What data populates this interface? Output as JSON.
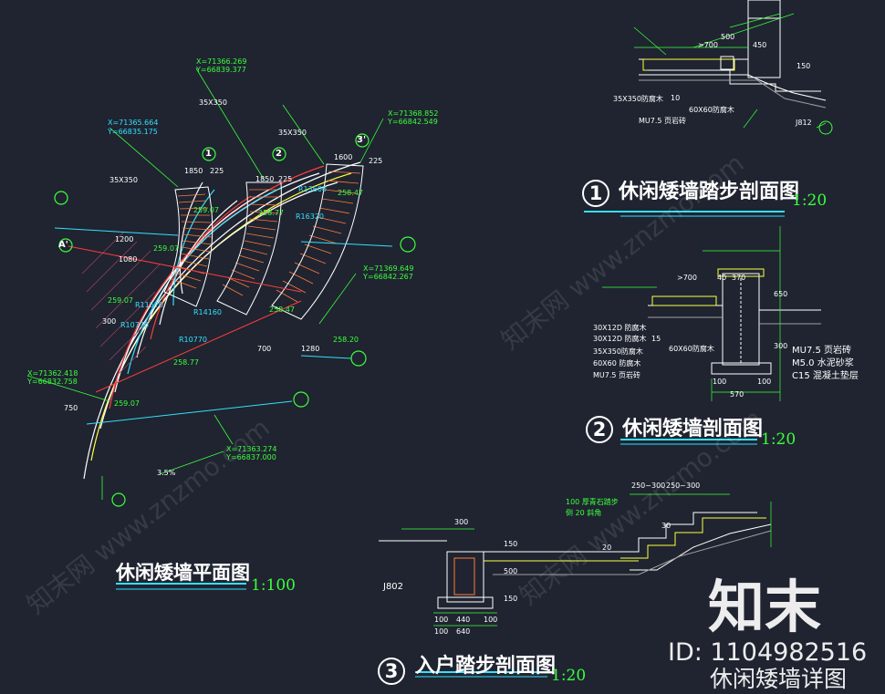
{
  "titles": {
    "plan": {
      "num": "",
      "text": "休闲矮墙平面图",
      "scale": "1:100"
    },
    "step_section": {
      "num": "1",
      "text": "休闲矮墙踏步剖面图",
      "scale": "1:20"
    },
    "wall_section": {
      "num": "2",
      "text": "休闲矮墙剖面图",
      "scale": "1:20"
    },
    "entry_section": {
      "num": "3",
      "text": "入户踏步剖面图",
      "scale": "1:20"
    }
  },
  "watermark": {
    "logo": "知末",
    "id_text": "ID: 1104982516",
    "caption": "休闲矮墙详图",
    "faint": "知末网 www.znzmo.com"
  },
  "plan_labels": {
    "coord_a": "X=71365.664",
    "coord_a2": "Y=66835.175",
    "coord_b": "X=71366.269",
    "coord_b2": "Y=66839.377",
    "coord_c": "X=71368.852",
    "coord_c2": "Y=66842.549",
    "coord_d": "X=71369.649",
    "coord_d2": "Y=66842.267",
    "coord_e": "X=71362.418",
    "coord_e2": "Y=66832.758",
    "coord_f": "X=71363.274",
    "coord_f2": "Y=66837.000",
    "elev_1": "259.07",
    "elev_2": "258.77",
    "elev_3": "258.47",
    "elev_4": "258.20",
    "elev_5": "259.07",
    "elev_6": "258.77",
    "elev_7": "258.47",
    "elev_8": "259.07",
    "elev_9": "259.07",
    "dim_1850a": "1850",
    "dim_1850b": "1850",
    "dim_1600": "1600",
    "dim_225a": "225",
    "dim_225b": "225",
    "dim_225c": "225",
    "r_1": "R13600",
    "r_2": "R16320",
    "r_3": "R11570",
    "r_4": "R10770",
    "r_5": "R14160",
    "r_6": "R10770",
    "size_1": "35X350",
    "size_2": "35X350",
    "size_3": "35X350",
    "slope": "3.5%",
    "marker_1": "1",
    "marker_2": "2",
    "marker_3": "3'",
    "marker_a": "A'",
    "dim_1200": "1200",
    "dim_1080": "1080",
    "dim_700": "700",
    "dim_1280": "1280",
    "dim_750": "750",
    "dim_300": "300"
  },
  "sec1_labels": {
    "d_500": "500",
    "d_450": "450",
    "d_700": ">700",
    "d_150": "150",
    "d_10": "10",
    "l1": "35X350防腐木",
    "l2": "60X60防腐木",
    "l3": "MU7.5 页岩砖",
    "l4": "J812"
  },
  "sec2_labels": {
    "d_700": ">700",
    "d_40": "40",
    "d_370": "370",
    "d_650": "650",
    "d_300": "300",
    "d_100a": "100",
    "d_100b": "100",
    "d_570": "570",
    "d_15": "15",
    "m1": "MU7.5 页岩砖",
    "m2": "M5.0 水泥砂浆",
    "m3": "C15 混凝土垫层",
    "l1": "30X12D 防腐木",
    "l2": "30X12D 防腐木",
    "l3": "35X350防腐木",
    "l4": "60X60 防腐木",
    "l5": "MU7.5 页岩砖",
    "l6": "60X60防腐木"
  },
  "sec3_labels": {
    "d_250a": "250~300",
    "d_250b": "250~300",
    "d_300": "300",
    "d_150a": "150",
    "d_150b": "150",
    "d_500": "500",
    "d_100a": "100",
    "d_440": "440",
    "d_100b": "100",
    "d_640": "640",
    "d_100c": "100",
    "d_20": "20",
    "d_30": "30",
    "j802": "J802",
    "l1": "100 厚青石踏步",
    "l2": "倒 20 斜角"
  }
}
